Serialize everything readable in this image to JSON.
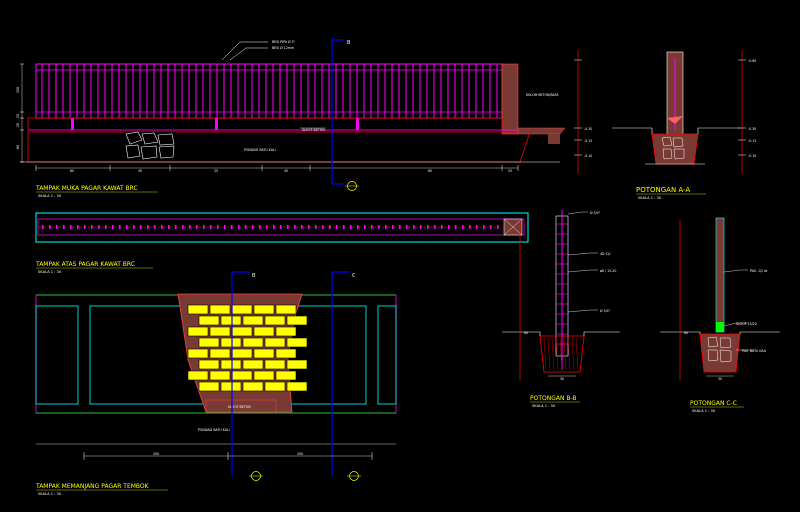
{
  "drawing": {
    "colors": {
      "background": "#000000",
      "brick": "#7a3a34",
      "rebar": "#ff00ff",
      "section_line": "#0000ff",
      "ground": "#ff0000",
      "title": "#ffff00",
      "frame_cyan": "#00ffff",
      "frame_green": "#00ff00"
    },
    "front_view": {
      "title": "TAMPAK MUKA PAGAR KAWAT BRC",
      "scale": "SKALA  1 : 30",
      "callout_1": "BESI PIPA Ø 3\"",
      "callout_2": "BESI Ø 12mm",
      "label_column": "KOLOM BETON/BATA",
      "label_sloof": "SLOOF BETON",
      "label_foundation": "PONDASI BATU KALI",
      "section_mark": "B",
      "dims_bottom": [
        "60",
        "45",
        "25",
        "45",
        "60",
        "25"
      ],
      "dims_left": [
        "150",
        "15",
        "20",
        "60"
      ],
      "dims_right": [
        "-0.30",
        "-0.15",
        "-0.10",
        "-0.60"
      ]
    },
    "section_a": {
      "title": "POTONGAN A-A",
      "scale": "SKALA  1 : 30",
      "dims": [
        "-0.30",
        "-0.15",
        "-0.10",
        "-0.60"
      ]
    },
    "top_view": {
      "title": "TAMPAK ATAS PAGAR KAWAT BRC",
      "scale": "SKALA  1 : 30"
    },
    "section_b": {
      "title": "POTONGAN B-B",
      "scale": "SKALA  1 : 30",
      "label_1": "Ø 3/4\"",
      "label_2": "4D 12/",
      "label_3": "ø8 / 15-20",
      "label_4": "Ø 3/4\"",
      "dims": [
        "30",
        "60"
      ]
    },
    "section_c": {
      "title": "POTONGAN C-C",
      "scale": "SKALA  1 : 30",
      "label_1": "PAS. 1/2 bt",
      "label_2": "SLOOF 15/20",
      "label_3": "PAS. BATU KALI",
      "dims": [
        "30",
        "60"
      ]
    },
    "long_view": {
      "title": "TAMPAK MEMANJANG PAGAR TEMBOK",
      "scale": "SKALA  1 : 30",
      "label_sloof": "SLOOF BETON",
      "label_foundation": "PONDASI BATU KALI",
      "mark_b": "B",
      "mark_c": "C",
      "dims_bottom": [
        "200",
        "200"
      ]
    }
  }
}
